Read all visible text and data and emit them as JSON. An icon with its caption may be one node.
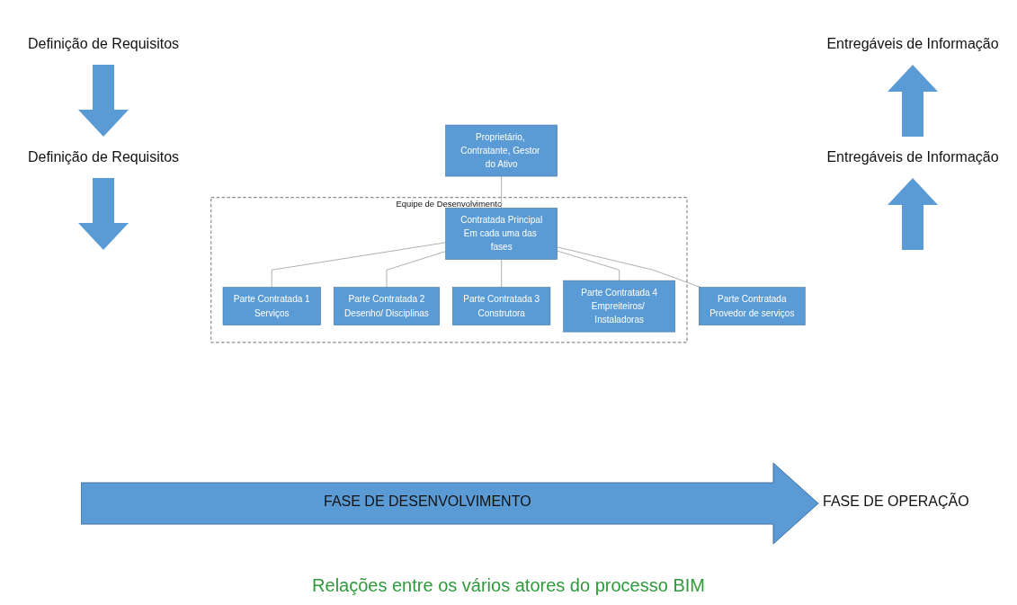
{
  "diagram": {
    "caption": "Relações entre os vários atores do processo BIM",
    "nodes": [
      {
        "text": [
          "Proprietário, Contratante, Gestor do Ativo"
        ]
      },
      {
        "text": [
          "Equipe de Desenvolvimento"
        ]
      },
      {
        "text": [
          "Contratada Principal",
          "Em cada uma das fases"
        ],
        "in": 1
      },
      {
        "text": [
          "Parte Contratada 1",
          "Serviços"
        ],
        "in": 1
      },
      {
        "text": [
          "Parte Contratada 2",
          "Desenho/ Disciplinas"
        ],
        "in": 1
      },
      {
        "text": [
          "Parte Contratada 3",
          "Construtora"
        ],
        "in": 1
      },
      {
        "text": [
          "Parte Contratada 4",
          "Empreiteiros/ Instaladoras"
        ],
        "in": 1
      },
      {
        "text": [
          "Parte Contratada",
          "Provedor de serviços"
        ]
      }
    ],
    "edges": [
      {
        "from": 0,
        "to": 2,
        "arrow": "none"
      },
      {
        "from": 2,
        "to": 3,
        "arrow": "none"
      },
      {
        "from": 2,
        "to": 4,
        "arrow": "none"
      },
      {
        "from": 2,
        "to": 5,
        "arrow": "none"
      },
      {
        "from": 2,
        "to": 6,
        "arrow": "none"
      },
      {
        "from": 2,
        "to": 7,
        "arrow": "none"
      }
    ],
    "labels": [
      "Definição de Requisitos",
      "Entregáveis de Informação",
      "Definição de Requisitos",
      "Entregáveis de Informação",
      "FASE DE DESENVOLVIMENTO",
      "FASE DE OPERAÇÃO"
    ]
  }
}
